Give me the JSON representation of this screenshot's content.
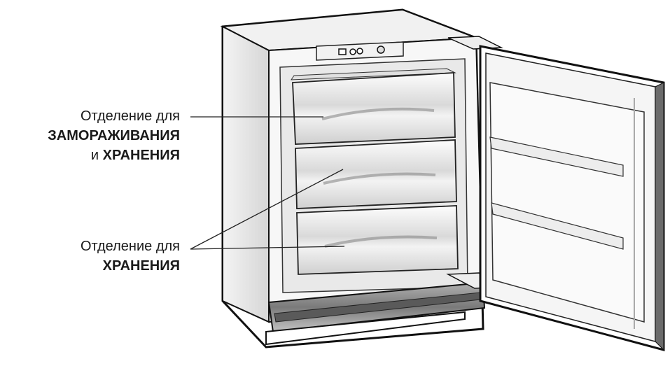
{
  "labels": {
    "freeze_and_store": {
      "line1": "Отделение для",
      "line2_bold": "ЗАМОРАЖИВАНИЯ",
      "line3_prefix": "и ",
      "line3_bold": "ХРАНЕНИЯ"
    },
    "store": {
      "line1": "Отделение для",
      "line2_bold": "ХРАНЕНИЯ"
    }
  }
}
